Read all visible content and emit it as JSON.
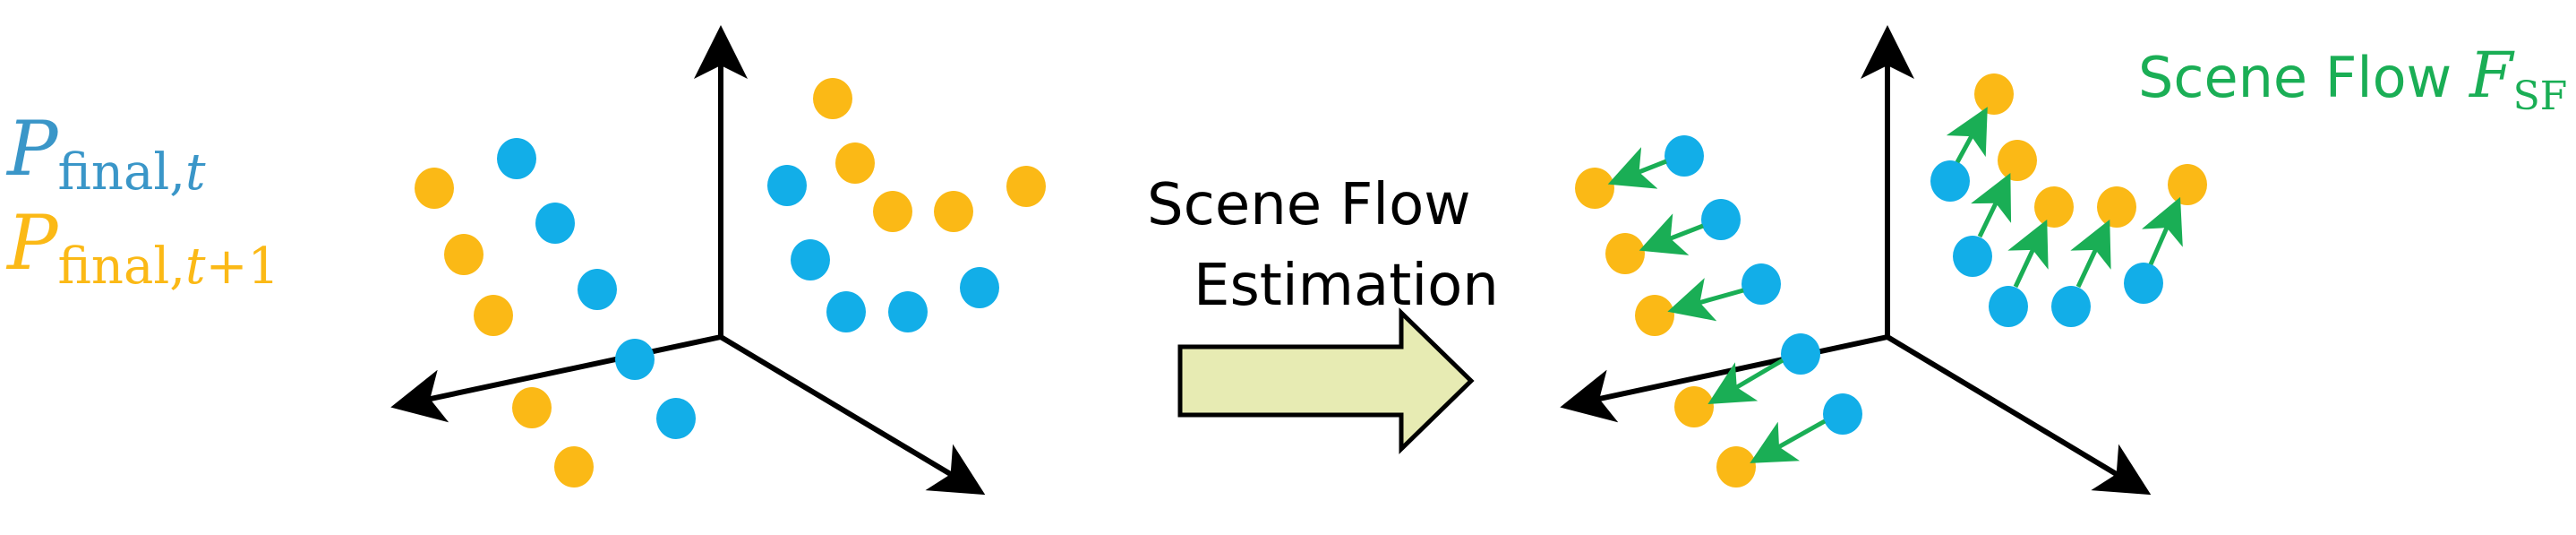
{
  "colors": {
    "blue": "#12AEE8",
    "orange": "#FBB916",
    "green": "#1AAE55",
    "axis": "#000000",
    "arrow_fill": "#E7EBB3",
    "arrow_stroke": "#000000",
    "blue_text": "#3A96C8",
    "orange_text": "#FBB916"
  },
  "legend": {
    "p_t": {
      "symbol": "P",
      "subscript": "final,",
      "subscript_var": "t"
    },
    "p_t1": {
      "symbol": "P",
      "subscript": "final,",
      "subscript_var": "t",
      "subscript_tail": "+1"
    }
  },
  "process": {
    "line1": "Scene Flow",
    "line2": "Estimation"
  },
  "result": {
    "label": "Scene Flow ",
    "symbol": "F",
    "subscript": "SF"
  },
  "icons": {
    "axes": "3d-axes-icon",
    "process_arrow": "block-arrow-right-icon"
  }
}
